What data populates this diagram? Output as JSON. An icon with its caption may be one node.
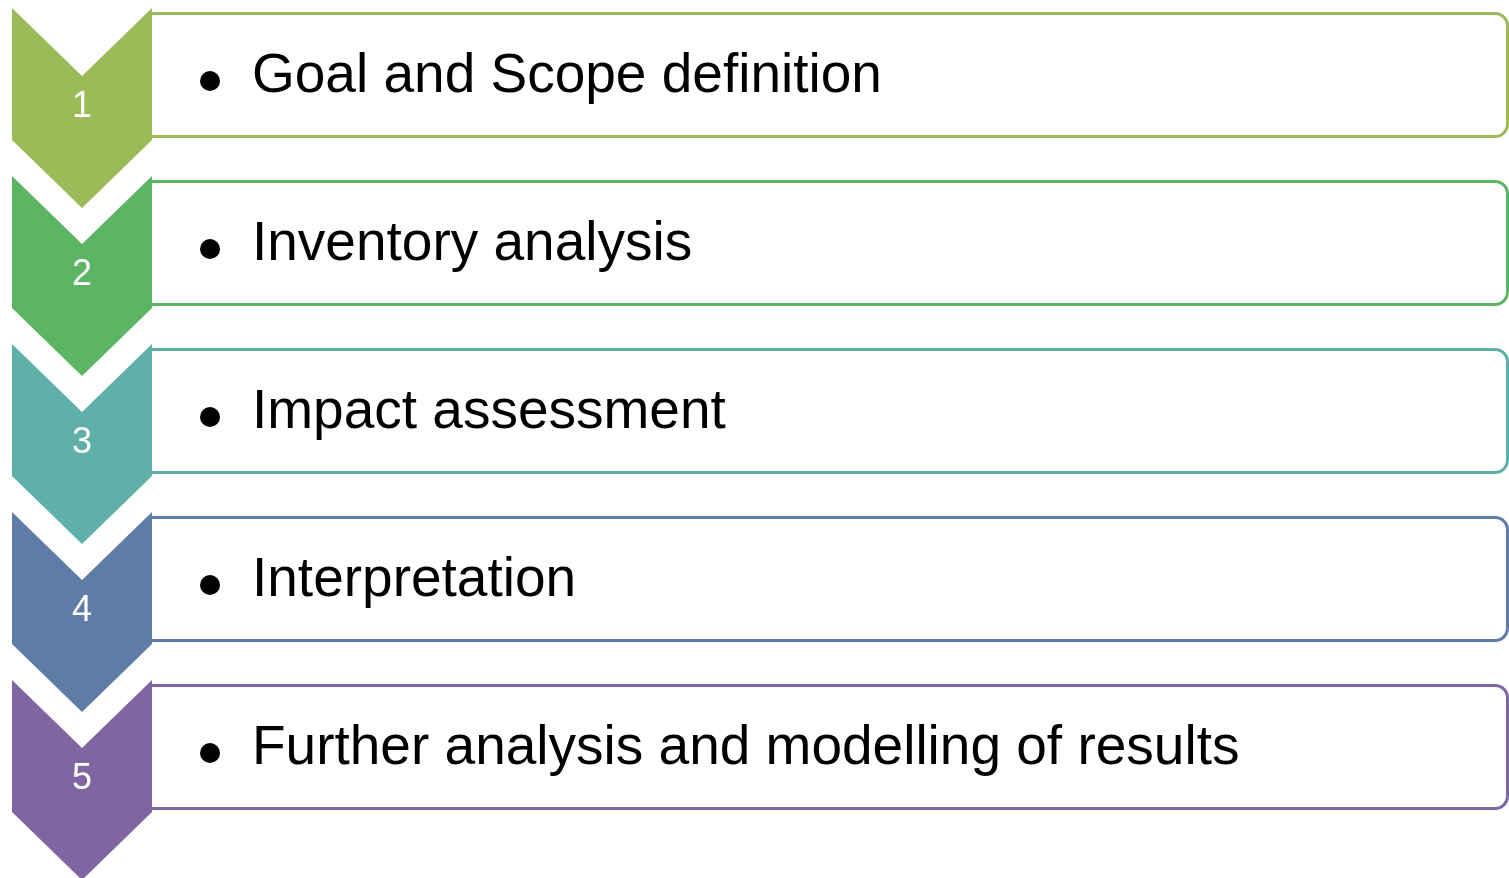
{
  "diagram": {
    "nodes": [
      {
        "text": [
          "1"
        ]
      },
      {
        "text": [
          "Goal and Scope definition"
        ]
      },
      {
        "text": [
          "2"
        ]
      },
      {
        "text": [
          "Inventory analysis"
        ]
      },
      {
        "text": [
          "3"
        ]
      },
      {
        "text": [
          "Impact assessment"
        ]
      },
      {
        "text": [
          "4"
        ]
      },
      {
        "text": [
          "Interpretation"
        ]
      },
      {
        "text": [
          "5"
        ]
      },
      {
        "text": [
          "Further analysis and modelling of results"
        ]
      }
    ]
  }
}
